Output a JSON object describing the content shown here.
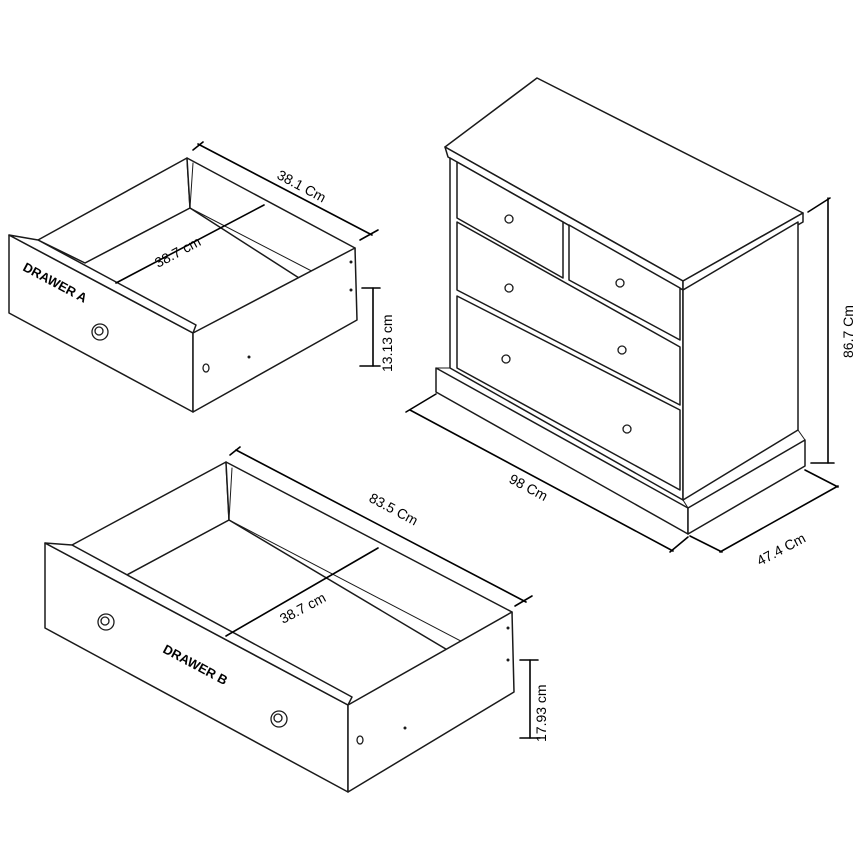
{
  "drawer_a": {
    "label": "DRAWER A",
    "depth": "38.1 Cm",
    "inner_width": "38.7 cm",
    "height": "13.13 cm"
  },
  "drawer_b": {
    "label": "DRAWER B",
    "width": "83.5 Cm",
    "inner_width": "38.7 cm",
    "height": "17.93 cm"
  },
  "chest": {
    "width": "98 Cm",
    "depth": "47.4 Cm",
    "height": "86.7 Cm"
  }
}
